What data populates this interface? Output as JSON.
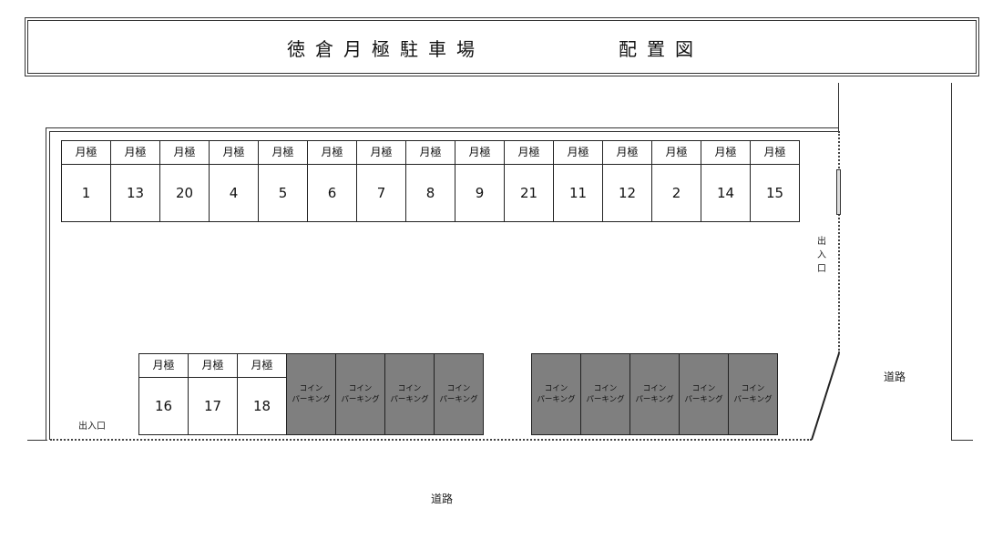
{
  "title": {
    "main": "徳倉月極駐車場",
    "sub": "配置図"
  },
  "top_row": {
    "header_label": "月極",
    "spaces": [
      {
        "header": "月極",
        "number": "1"
      },
      {
        "header": "月極",
        "number": "13"
      },
      {
        "header": "月極",
        "number": "20"
      },
      {
        "header": "月極",
        "number": "4"
      },
      {
        "header": "月極",
        "number": "5"
      },
      {
        "header": "月極",
        "number": "6"
      },
      {
        "header": "月極",
        "number": "7"
      },
      {
        "header": "月極",
        "number": "8"
      },
      {
        "header": "月極",
        "number": "9"
      },
      {
        "header": "月極",
        "number": "21"
      },
      {
        "header": "月極",
        "number": "11"
      },
      {
        "header": "月極",
        "number": "12"
      },
      {
        "header": "月極",
        "number": "2"
      },
      {
        "header": "月極",
        "number": "14"
      },
      {
        "header": "月極",
        "number": "15"
      }
    ]
  },
  "bottom_row": {
    "monthly_spaces": [
      {
        "header": "月極",
        "number": "16"
      },
      {
        "header": "月極",
        "number": "17"
      },
      {
        "header": "月極",
        "number": "18"
      }
    ],
    "coin_group_1": [
      {
        "line1": "コイン",
        "line2": "パーキング"
      },
      {
        "line1": "コイン",
        "line2": "パーキング"
      },
      {
        "line1": "コイン",
        "line2": "パーキング"
      },
      {
        "line1": "コイン",
        "line2": "パーキング"
      }
    ],
    "coin_group_2": [
      {
        "line1": "コイン",
        "line2": "パーキング"
      },
      {
        "line1": "コイン",
        "line2": "パーキング"
      },
      {
        "line1": "コイン",
        "line2": "パーキング"
      },
      {
        "line1": "コイン",
        "line2": "パーキング"
      },
      {
        "line1": "コイン",
        "line2": "パーキング"
      }
    ]
  },
  "labels": {
    "entrance_left": "出入口",
    "entrance_right": [
      "出",
      "入",
      "口"
    ],
    "road_right": "道路",
    "road_bottom": "道路"
  },
  "colors": {
    "coin_parking_fill": "#7f7f7f",
    "line": "#333333",
    "background": "#ffffff"
  }
}
